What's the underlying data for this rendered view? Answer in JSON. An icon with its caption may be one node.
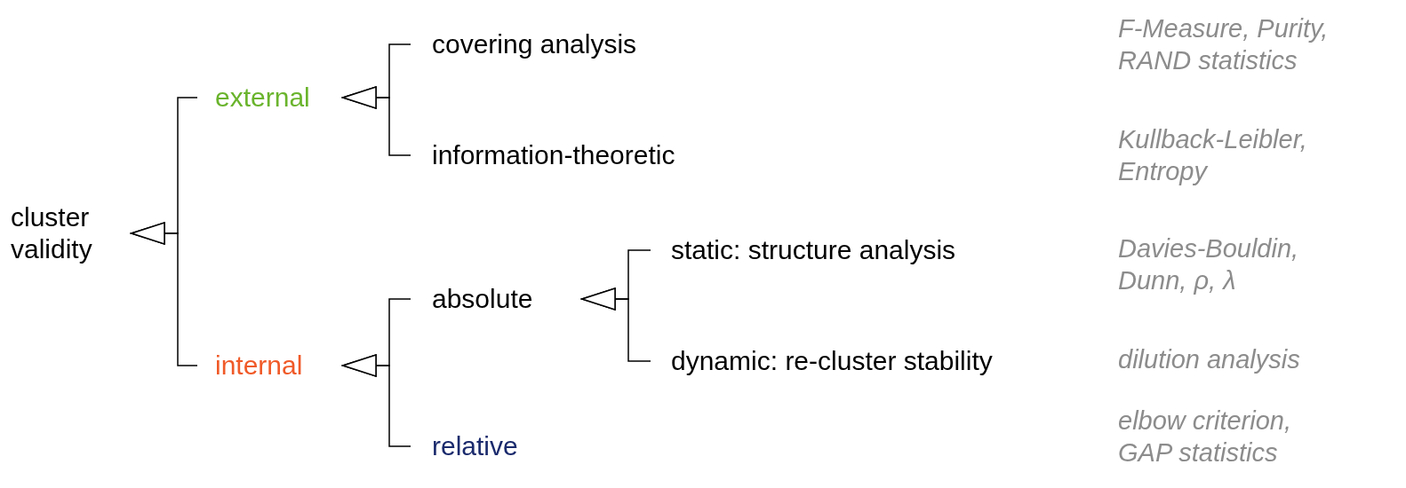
{
  "diagram": {
    "nodes": [
      {
        "text": [
          "cluster validity"
        ]
      },
      {
        "text": [
          "external"
        ]
      },
      {
        "text": [
          "internal"
        ]
      },
      {
        "text": [
          "covering analysis"
        ]
      },
      {
        "text": [
          "information-theoretic"
        ]
      },
      {
        "text": [
          "absolute"
        ]
      },
      {
        "text": [
          "relative"
        ]
      },
      {
        "text": [
          "static: structure analysis"
        ]
      },
      {
        "text": [
          "dynamic: re-cluster stability"
        ]
      }
    ],
    "edges": [
      {
        "from": 1,
        "to": 0,
        "arrow": "to"
      },
      {
        "from": 2,
        "to": 0,
        "arrow": "to"
      },
      {
        "from": 3,
        "to": 1,
        "arrow": "to"
      },
      {
        "from": 4,
        "to": 1,
        "arrow": "to"
      },
      {
        "from": 5,
        "to": 2,
        "arrow": "to"
      },
      {
        "from": 6,
        "to": 2,
        "arrow": "to"
      },
      {
        "from": 7,
        "to": 5,
        "arrow": "to"
      },
      {
        "from": 8,
        "to": 5,
        "arrow": "to"
      }
    ],
    "labels": [
      "F-Measure, Purity, RAND statistics",
      "Kullback-Leibler, Entropy",
      "Davies-Bouldin, Dunn, ρ, λ",
      "dilution analysis",
      "elbow criterion, GAP statistics"
    ]
  }
}
